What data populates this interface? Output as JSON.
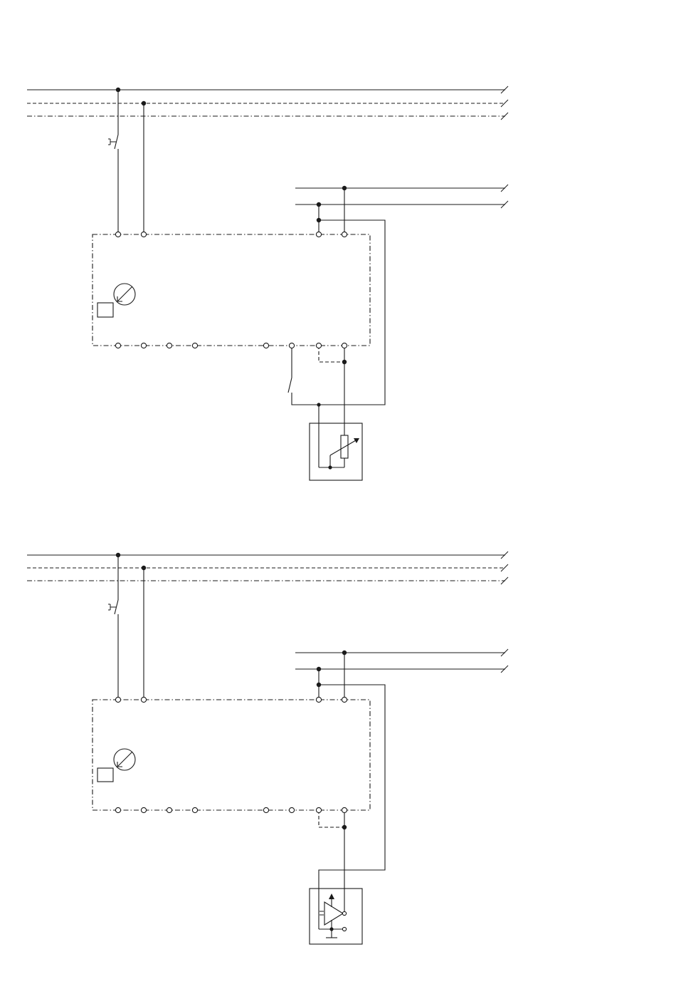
{
  "diagram": {
    "type": "wiring-schematic",
    "panels": [
      {
        "id": "top",
        "field_device": "potentiometer-transmitter",
        "has_switch": true,
        "bottom_terminals": 8
      },
      {
        "id": "bottom",
        "field_device": "amplifier-transmitter",
        "has_switch": false,
        "bottom_terminals": 8
      }
    ],
    "line_styles": [
      "solid",
      "dashed",
      "dash-dot"
    ],
    "icons": [
      "pushbutton-switch-icon",
      "gauge-icon",
      "potentiometer-icon",
      "amplifier-icon",
      "ground-icon"
    ],
    "colors": {
      "ink": "#1a1a1a",
      "background": "#ffffff"
    }
  }
}
